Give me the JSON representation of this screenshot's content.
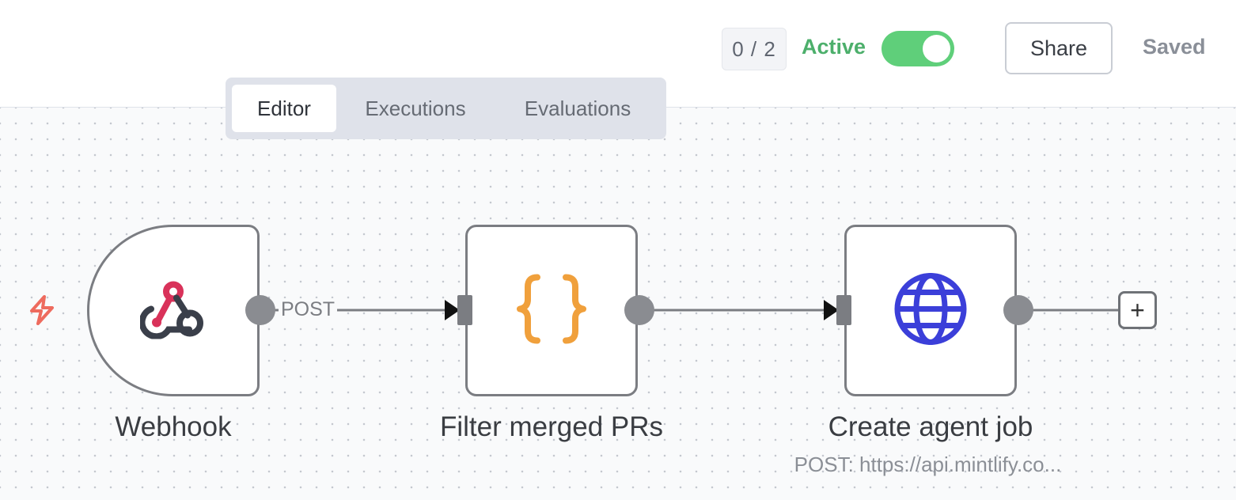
{
  "header": {
    "counter": "0 / 2",
    "active_label": "Active",
    "active_on": true,
    "share_label": "Share",
    "saved_label": "Saved"
  },
  "tabs": [
    {
      "label": "Editor",
      "active": true
    },
    {
      "label": "Executions",
      "active": false
    },
    {
      "label": "Evaluations",
      "active": false
    }
  ],
  "workflow": {
    "nodes": [
      {
        "label": "Webhook",
        "icon": "webhook-icon"
      },
      {
        "label": "Filter merged PRs",
        "icon": "code-braces-icon"
      },
      {
        "label": "Create agent job",
        "icon": "globe-icon",
        "subtitle": "POST: https://api.mintlify.co..."
      }
    ],
    "edge_label": "POST",
    "trigger_icon": "lightning-icon",
    "add_button": "+"
  },
  "colors": {
    "active_green": "#5fcf7a",
    "webhook_red": "#d9325a",
    "webhook_dark": "#3a3f4a",
    "braces_orange": "#f0a03c",
    "globe_blue": "#3b3fd9",
    "trigger_red": "#ee6b5e"
  }
}
